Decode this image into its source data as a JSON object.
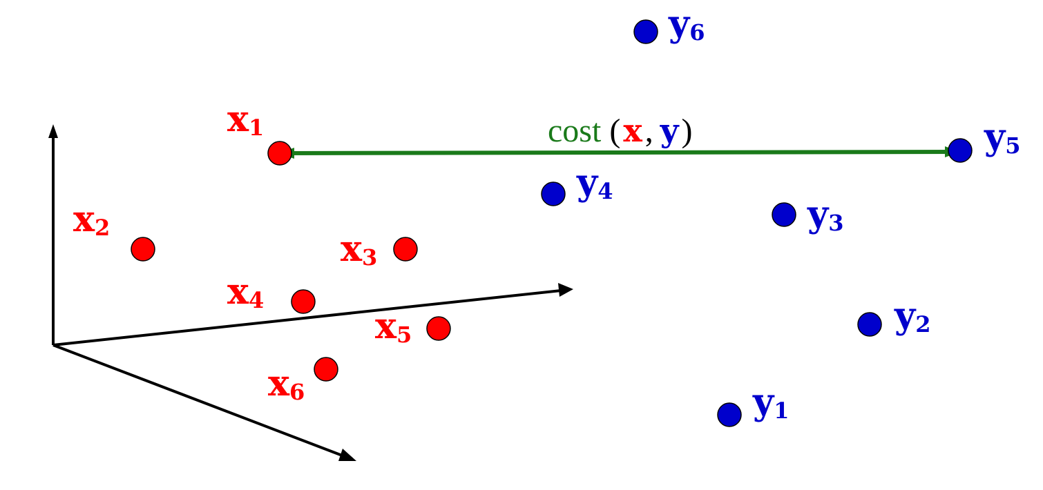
{
  "colors": {
    "x_points": "#ff0000",
    "y_points": "#0000cc",
    "cost_line": "#1a7a1a",
    "axes": "#000000"
  },
  "x_points": [
    {
      "base": "x",
      "sub": "1"
    },
    {
      "base": "x",
      "sub": "2"
    },
    {
      "base": "x",
      "sub": "3"
    },
    {
      "base": "x",
      "sub": "4"
    },
    {
      "base": "x",
      "sub": "5"
    },
    {
      "base": "x",
      "sub": "6"
    }
  ],
  "y_points": [
    {
      "base": "y",
      "sub": "1"
    },
    {
      "base": "y",
      "sub": "2"
    },
    {
      "base": "y",
      "sub": "3"
    },
    {
      "base": "y",
      "sub": "4"
    },
    {
      "base": "y",
      "sub": "5"
    },
    {
      "base": "y",
      "sub": "6"
    }
  ],
  "cost_label": {
    "fn": "cost",
    "open": "(",
    "x": "x",
    "comma": ",",
    "y": "y",
    "close": ")"
  }
}
